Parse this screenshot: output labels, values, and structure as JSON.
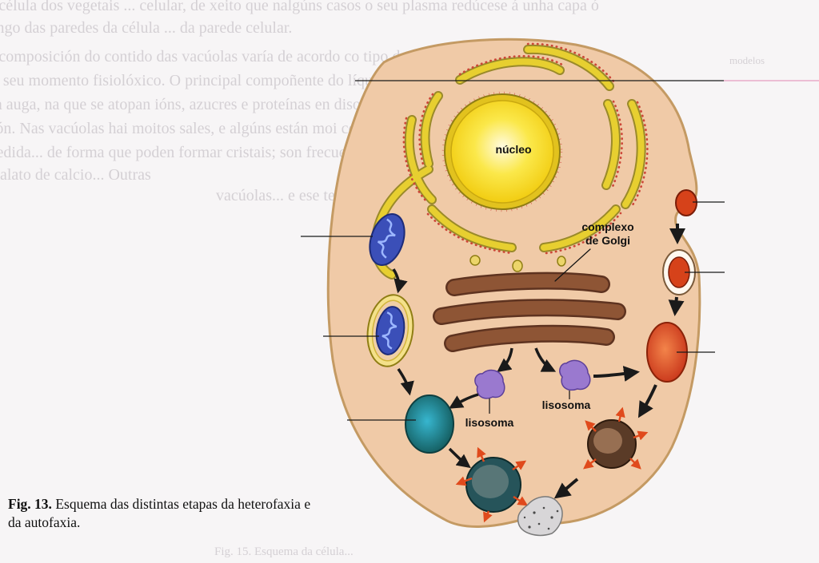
{
  "figure": {
    "labels": {
      "nucleus": "núcleo",
      "golgi_line1": "complexo",
      "golgi_line2": "de Golgi",
      "lysosome_left": "lisosoma",
      "lysosome_right": "lisosoma"
    },
    "caption": {
      "number": "Fig. 13.",
      "text": "Esquema das distintas etapas da heterofaxia e da autofaxia."
    }
  },
  "bleed_through": {
    "lines": [
      "A célula dos vegetais ... celular, de xeito que nalgúns casos o seu plasma redúcese á unha capa ó",
      "longo das paredes da célula ... da parede celular.",
      "A composición do contido das vacúolas varía de acordo co tipo de planta e",
      "co seu momento fisiolóxico. O principal compoñente do líquido vacuolar",
      "é a auga, na que se atopan ións, azucres e proteínas en disolu-",
      "ción. Nas vacúolas hai moitos sales, e algúns están moi concentrados, e débese en gran",
      "medida... de forma que poden formar cristais; son frecuentes os cristais de",
      "oxalato de calcio... Outras",
      "vacúolas... e ese tema."
    ],
    "side_label": "modelos",
    "footer": "Fig. 15. Esquema da célula..."
  },
  "colors": {
    "cell_fill": "#f0caa7",
    "cell_outline": "#c49a63",
    "nucleus": "#f8dc16",
    "reticulum": "#e5cc2b",
    "ribosome_dots": "#cc4637",
    "golgi": "#8a4e32",
    "mitochondrion": "#3b4fb8",
    "lysosome": "#9a79cf",
    "vacuole_red": "#d6421a",
    "digestive_green": "#1f7f86",
    "arrow_orange": "#e04a1c"
  }
}
